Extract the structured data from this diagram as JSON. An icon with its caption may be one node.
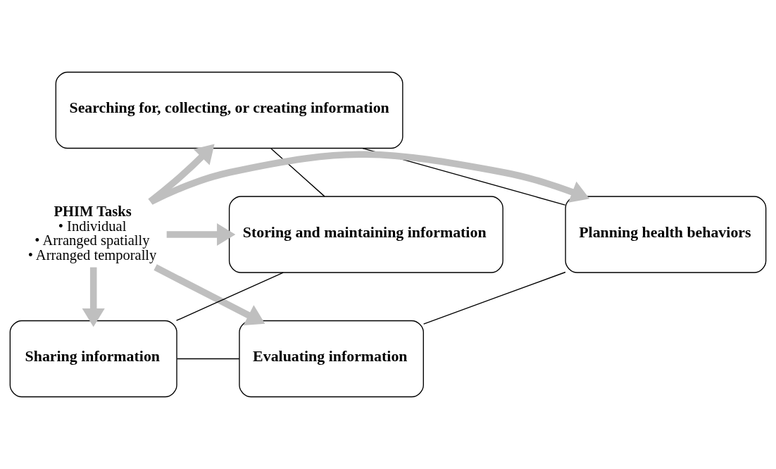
{
  "diagram": {
    "nodes": [
      {
        "text": [
          "Searching for, collecting, or creating information"
        ]
      },
      {
        "text": [
          "Planning health behaviors"
        ]
      },
      {
        "text": [
          "PHIM Tasks",
          "• Individual",
          "• Arranged spatially",
          "• Arranged temporally"
        ]
      },
      {
        "text": [
          "Storing and maintaining information"
        ]
      },
      {
        "text": [
          "Evaluating information"
        ]
      },
      {
        "text": [
          "Sharing information"
        ]
      }
    ],
    "edges": [
      {
        "from": 0,
        "to": 3,
        "arrow": "none"
      },
      {
        "from": 3,
        "to": 5,
        "arrow": "none"
      },
      {
        "from": 5,
        "to": 4,
        "arrow": "none"
      },
      {
        "from": 4,
        "to": 1,
        "arrow": "none"
      },
      {
        "from": 1,
        "to": 0,
        "arrow": "none"
      },
      {
        "from": 2,
        "to": 0,
        "arrow": "to",
        "style": "thick",
        "color": "#bfbfbf"
      },
      {
        "from": 2,
        "to": 1,
        "arrow": "to",
        "style": "thick",
        "color": "#bfbfbf"
      },
      {
        "from": 2,
        "to": 3,
        "arrow": "to",
        "style": "thick",
        "color": "#bfbfbf"
      },
      {
        "from": 2,
        "to": 4,
        "arrow": "to",
        "style": "thick",
        "color": "#bfbfbf"
      },
      {
        "from": 2,
        "to": 5,
        "arrow": "to",
        "style": "thick",
        "color": "#bfbfbf"
      }
    ]
  }
}
